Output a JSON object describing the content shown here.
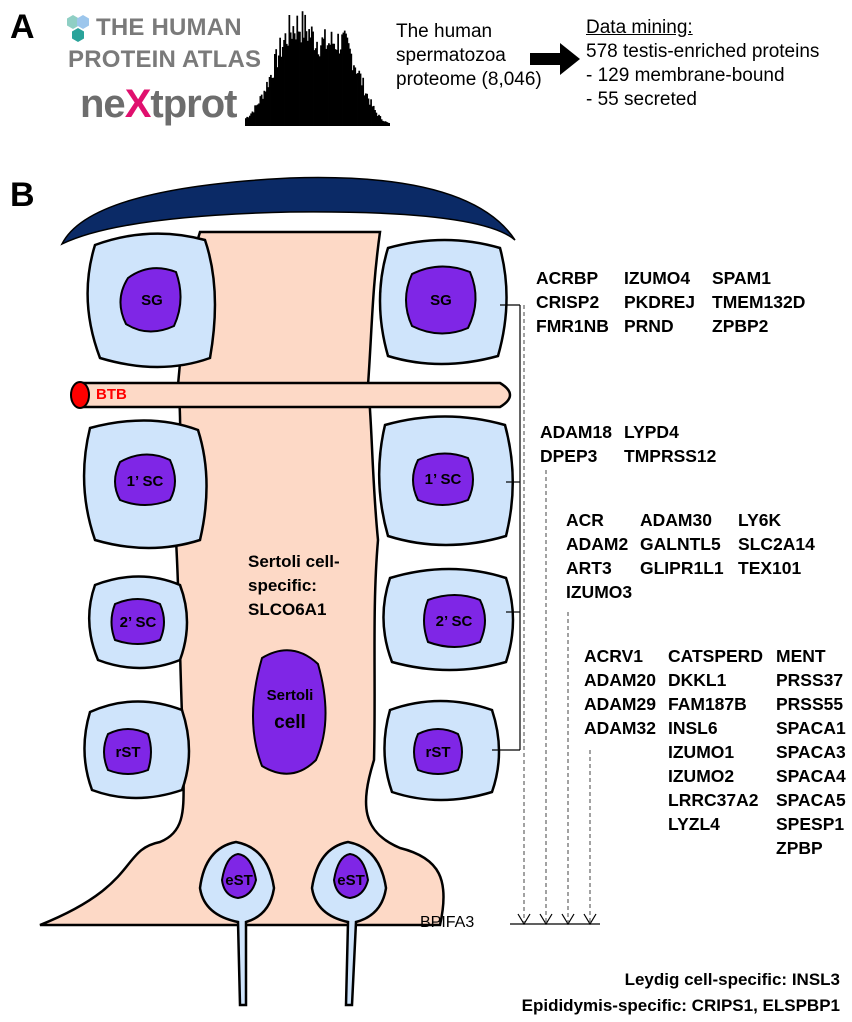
{
  "panel_a": {
    "label": "A",
    "hpa_line1": "THE HUMAN",
    "hpa_line2": "PROTEIN ATLAS",
    "nextprot_pre": "ne",
    "nextprot_x": "X",
    "nextprot_post": "tprot",
    "proteome_lines": [
      "The human",
      "spermatozoa",
      "proteome (8,046)"
    ],
    "mining_title": "Data mining:",
    "mining_lines": [
      "578 testis-enriched proteins",
      "- 129 membrane-bound",
      "- 55 secreted"
    ]
  },
  "panel_b": {
    "label": "B",
    "btb": "BTB",
    "sertoli_specific_lines": [
      "Sertoli cell-",
      "specific:",
      "SLCO6A1"
    ],
    "sertoli_cell_lines": [
      "Sertoli",
      "cell"
    ],
    "cells": {
      "sg": "SG",
      "sc1": "1’ SC",
      "sc2": "2’ SC",
      "rst": "rST",
      "est": "eST"
    },
    "groups": [
      {
        "columns": [
          [
            "ACRBP",
            "CRISP2",
            "FMR1NB"
          ],
          [
            "IZUMO4",
            "PKDREJ",
            "PRND"
          ],
          [
            "SPAM1",
            "TMEM132D",
            "ZPBP2"
          ]
        ]
      },
      {
        "columns": [
          [
            "ADAM18",
            "DPEP3"
          ],
          [
            "LYPD4",
            "TMPRSS12"
          ]
        ]
      },
      {
        "columns": [
          [
            "ACR",
            "ADAM2",
            "ART3",
            "IZUMO3"
          ],
          [
            "ADAM30",
            "GALNTL5",
            "GLIPR1L1"
          ],
          [
            "LY6K",
            "SLC2A14",
            "TEX101"
          ]
        ]
      },
      {
        "columns": [
          [
            "ACRV1",
            "ADAM20",
            "ADAM29",
            "ADAM32"
          ],
          [
            "CATSPERD",
            "DKKL1",
            "FAM187B",
            "INSL6",
            "IZUMO1",
            "IZUMO2",
            "LRRC37A2",
            "LYZL4"
          ],
          [
            "MENT",
            "PRSS37",
            "PRSS55",
            "SPACA1",
            "SPACA3",
            "SPACA4",
            "SPACA5",
            "SPESP1",
            "ZPBP"
          ]
        ]
      }
    ],
    "bpifa3": "BPIFA3",
    "leydig": "Leydig cell-specific: INSL3",
    "epididymis": "Epididymis-specific: CRIPS1, ELSPBP1"
  },
  "colors": {
    "dark_blue": "#0b2a66",
    "cell_blue": "#cfe4fb",
    "nucleus": "#7f26e6",
    "sertoli": "#fdd9c6",
    "btb_red": "#ff0000",
    "nextprot_magenta": "#e0106e"
  },
  "icons": [
    "hexagon-logo-icon",
    "histogram-icon",
    "right-arrow-icon"
  ]
}
